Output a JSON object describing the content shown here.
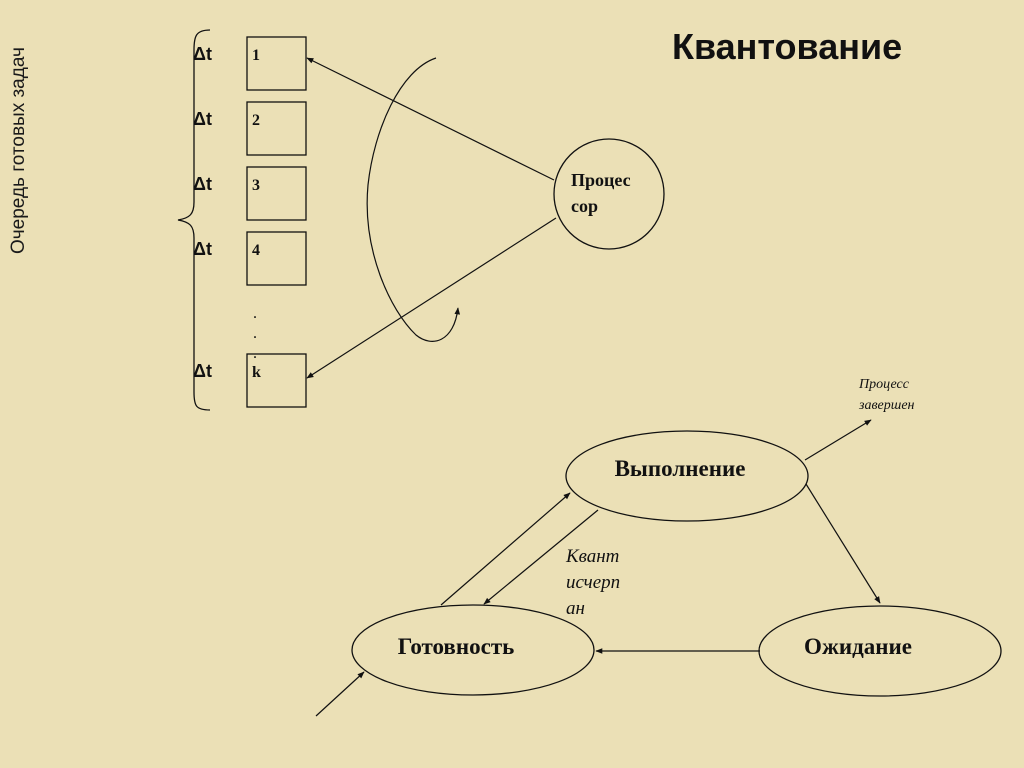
{
  "title": "Квантование",
  "queue_label": "Очередь готовых задач",
  "delta_label": "Δt",
  "queue_slots": [
    "1",
    "2",
    "3",
    "4",
    "k"
  ],
  "ellipsis_dot": ".",
  "processor_label_line1": "Процес",
  "processor_label_line2": "сор",
  "states": {
    "running": "Выполнение",
    "ready": "Готовность",
    "waiting": "Ожидание"
  },
  "quantum_label_lines": [
    "Квант",
    "исчерп",
    "ан"
  ],
  "process_done_lines": [
    "Процесс",
    "завершен"
  ],
  "colors": {
    "background": "#ebe0b6",
    "stroke": "#111111"
  }
}
